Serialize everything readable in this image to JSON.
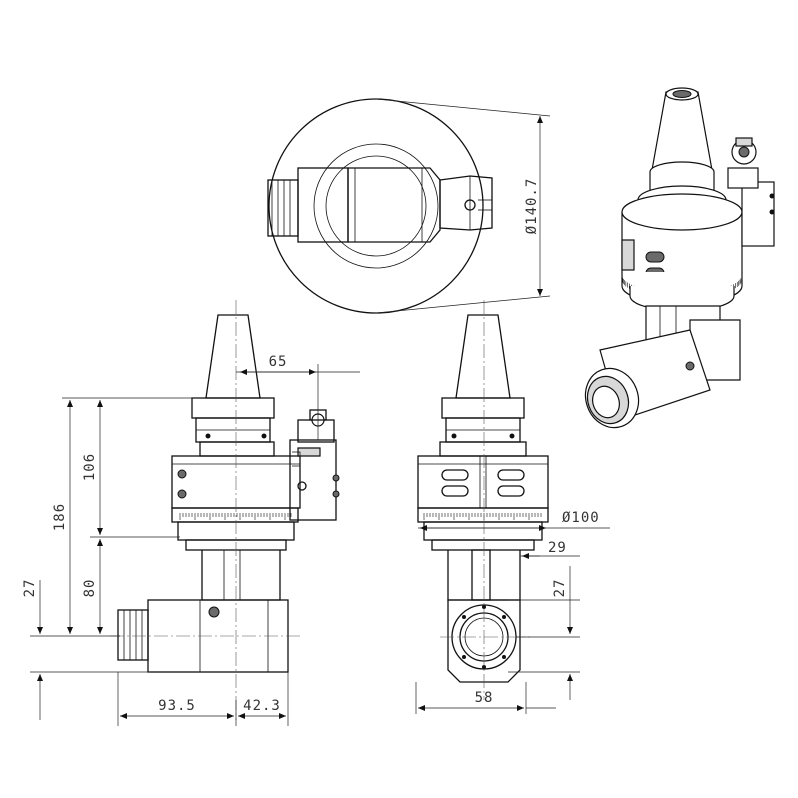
{
  "dimensions": {
    "top_view_diameter": "Ø140.7",
    "offset_65": "65",
    "height_106": "106",
    "height_186": "186",
    "height_80": "80",
    "height_27_left": "27",
    "width_93_5": "93.5",
    "width_42_3": "42.3",
    "diameter_100": "Ø100",
    "offset_29": "29",
    "height_27_right": "27",
    "width_58": "58"
  }
}
